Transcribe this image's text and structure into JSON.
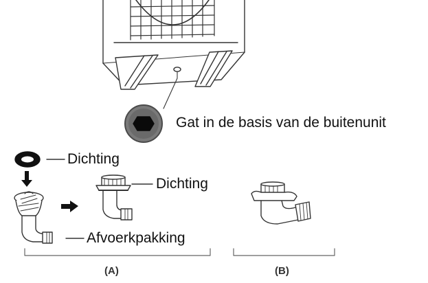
{
  "labels": {
    "hole": "Gat in de basis van de buitenunit",
    "seal_top": "Dichting",
    "seal_right": "Dichting",
    "drain": "Afvoerkpakking",
    "caption_a": "(A)",
    "caption_b": "(B)"
  },
  "colors": {
    "ink": "#111111",
    "line": "#555555",
    "hole_fill": "#777777",
    "hole_hex": "#0a0a0a"
  },
  "icons": [
    "outdoor-unit-base",
    "drain-hole",
    "seal-ring",
    "drain-connector",
    "arrow-down-icon",
    "arrow-right-icon"
  ]
}
